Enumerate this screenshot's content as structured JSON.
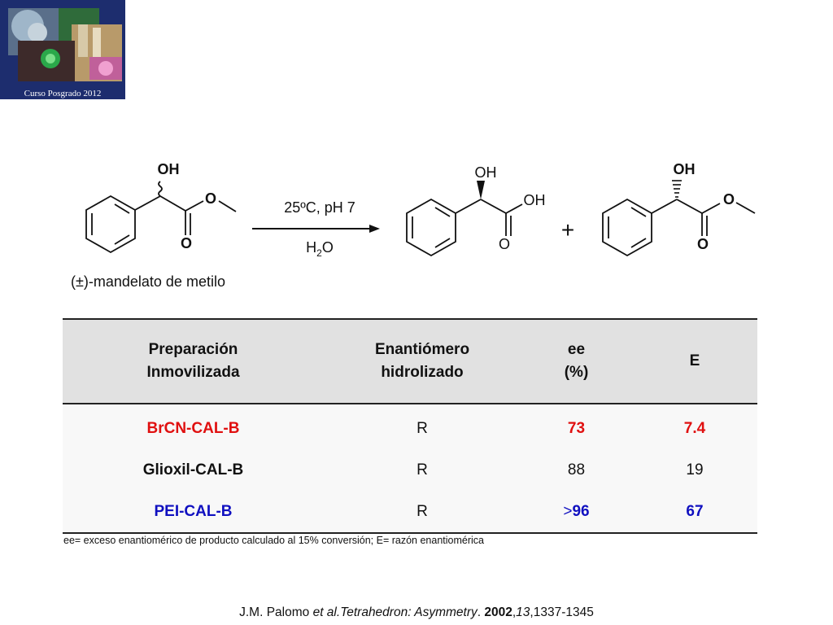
{
  "logo": {
    "caption": "Curso Posgrado 2012"
  },
  "scheme": {
    "reactant": {
      "oh": "OH",
      "ester_o": "O",
      "carbonyl_o": "O",
      "name": "(±)-mandelato de metilo"
    },
    "conditions": {
      "top": "25ºC, pH 7",
      "bottom_h": "H",
      "bottom_sub": "2",
      "bottom_o": "O"
    },
    "product_acid": {
      "oh": "OH",
      "acid_oh": "OH",
      "carbonyl_o": "O"
    },
    "plus": "+",
    "product_ester": {
      "oh": "OH",
      "ester_o": "O",
      "carbonyl_o": "O"
    }
  },
  "table": {
    "headers": {
      "prep_line1": "Preparación",
      "prep_line2": "Inmovilizada",
      "enant_line1": "Enantiómero",
      "enant_line2": "hidrolizado",
      "ee_line1": "ee",
      "ee_line2": "(%)",
      "e": "E"
    },
    "rows": [
      {
        "prep": "BrCN-CAL-B",
        "enantiomer": "R",
        "ee": "73",
        "e": "7.4"
      },
      {
        "prep": "Glioxil-CAL-B",
        "enantiomer": "R",
        "ee": "88",
        "e": "19"
      },
      {
        "prep": "PEI-CAL-B",
        "enantiomer": "R",
        "ee_prefix": ">",
        "ee": "96",
        "e": "67"
      }
    ]
  },
  "footnote": "ee= exceso enantiomérico de producto calculado al 15% conversión;  E= razón enantiomérica",
  "citation": {
    "authors": "J.M. Palomo ",
    "etal": "et al.",
    "journal": "Tetrahedron: Asymmetry",
    "sep1": ". ",
    "year": "2002",
    "sep2": ",",
    "volume": "13",
    "pages": ",1337-1345"
  },
  "colors": {
    "red": "#e01010",
    "blue": "#1010c0",
    "header_bg": "#e1e1e1",
    "logo_bg": "#1d2d6e"
  }
}
